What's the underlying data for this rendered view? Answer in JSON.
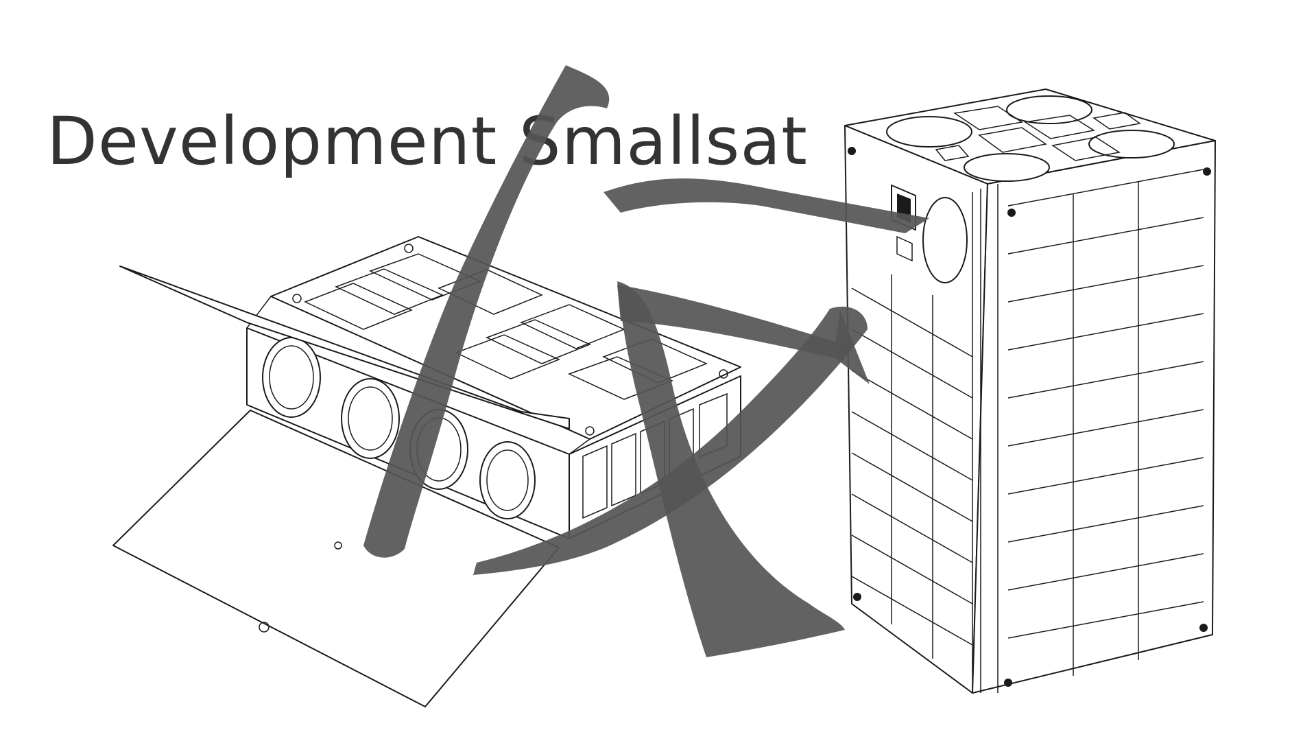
{
  "title": "Development Smallsat",
  "glyph": {
    "icon": "kanji-brush-glyph",
    "color": "#555555",
    "opacity": 0.92
  },
  "colors": {
    "background": "#ffffff",
    "line": "#1a1a1a",
    "title": "#333333"
  }
}
